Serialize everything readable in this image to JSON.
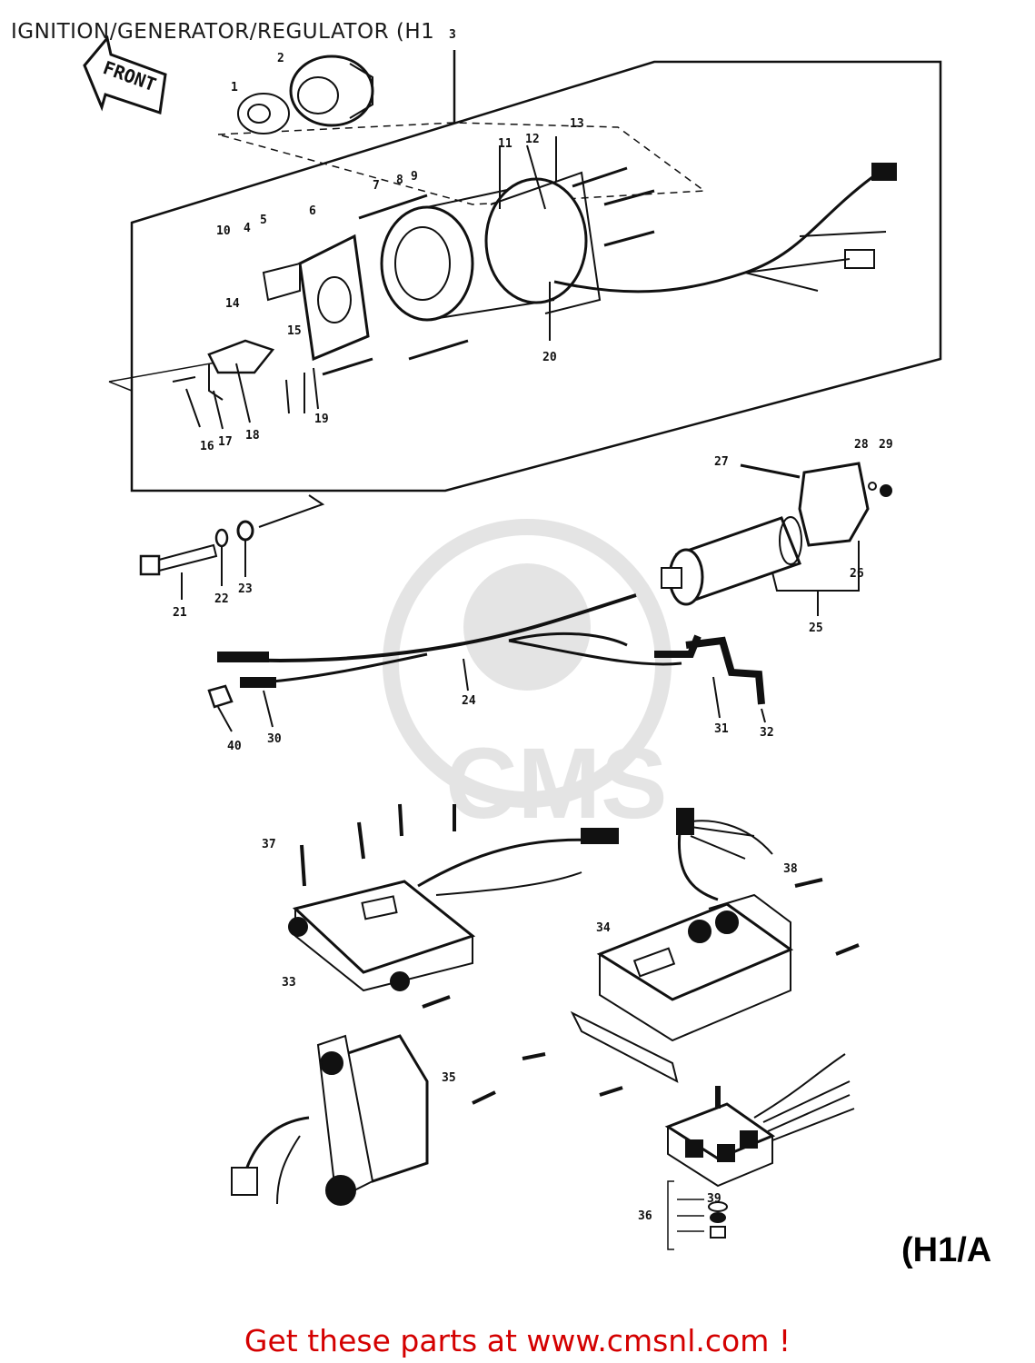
{
  "header": {
    "title": "IGNITION/GENERATOR/REGULATOR (H1"
  },
  "front_arrow": {
    "label": "FRONT"
  },
  "watermark": {
    "text": "CMS"
  },
  "model_badge": "(H1/A",
  "footer": {
    "cta": "Get these parts at www.cmsnl.com !"
  },
  "callouts": [
    "1",
    "2",
    "3",
    "4",
    "5",
    "6",
    "7",
    "8",
    "9",
    "10",
    "11",
    "12",
    "13",
    "14",
    "15",
    "16",
    "17",
    "18",
    "19",
    "20",
    "21",
    "22",
    "23",
    "24",
    "25",
    "26",
    "27",
    "28",
    "29",
    "30",
    "31",
    "32",
    "33",
    "34",
    "35",
    "36",
    "37",
    "38",
    "39",
    "40"
  ],
  "colors": {
    "cta": "#d40000",
    "line": "#111111"
  }
}
